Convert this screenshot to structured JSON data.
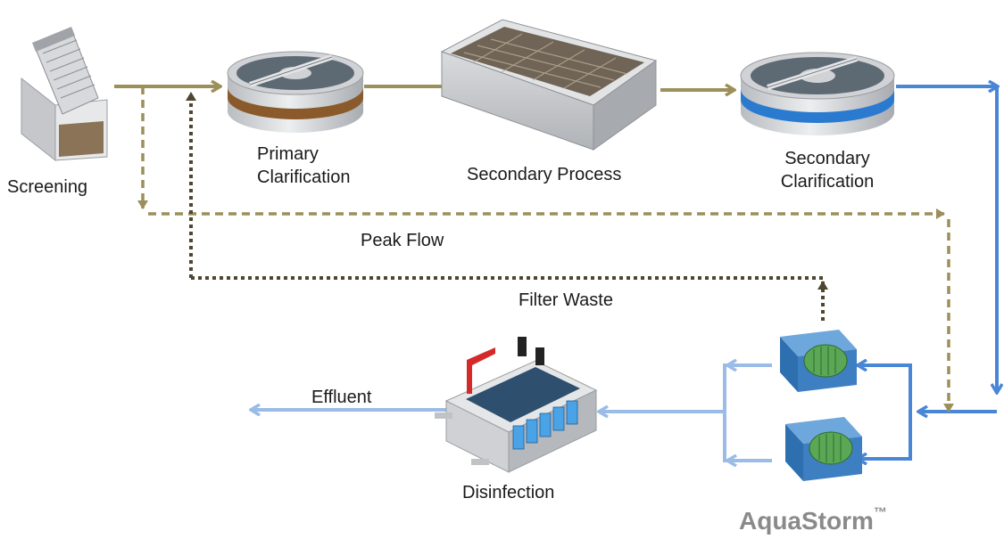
{
  "labels": {
    "screening": "Screening",
    "primary_line1": "Primary",
    "primary_line2": "Clarification",
    "secondary_process": "Secondary Process",
    "secondary_clar_line1": "Secondary",
    "secondary_clar_line2": "Clarification",
    "peak_flow": "Peak Flow",
    "filter_waste": "Filter Waste",
    "effluent": "Effluent",
    "disinfection": "Disinfection"
  },
  "brand": {
    "name": "AquaStorm",
    "trademark": "™"
  },
  "colors": {
    "olive_flow": "#9c8f5a",
    "dark_waste": "#4e4630",
    "blue_flow": "#4a86d6",
    "light_blue_flow": "#9bbce6",
    "primary_band": "#8a5a2b",
    "secondary_band": "#2a7ad0",
    "filter_blue": "#3d7fc0",
    "filter_disc": "#5aa855",
    "disinfection_red": "#d42a2a",
    "brand_gray": "#8a8a8a"
  },
  "icons": [
    "screening-icon",
    "primary-clarifier-icon",
    "secondary-basin-icon",
    "secondary-clarifier-icon",
    "disk-filter-icon",
    "disinfection-unit-icon"
  ]
}
